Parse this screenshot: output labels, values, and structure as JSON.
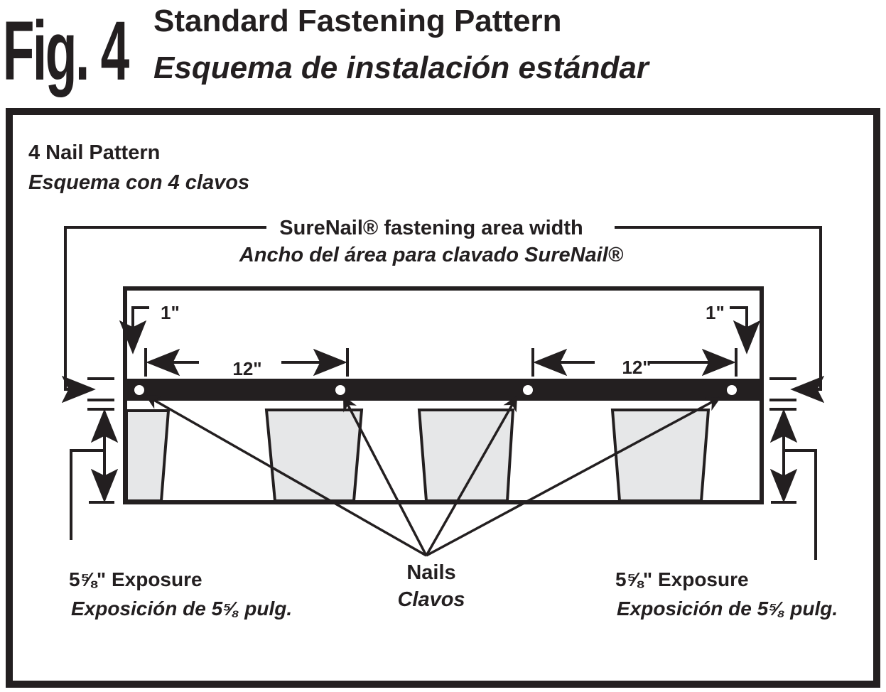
{
  "header": {
    "fig_label": "Fig. 4",
    "title_en": "Standard Fastening Pattern",
    "title_es": "Esquema de instalación estándar"
  },
  "panel": {
    "heading_en": "4 Nail Pattern",
    "heading_es": "Esquema con 4 clavos",
    "width_label_en": "SureNail® fastening area width",
    "width_label_es": "Ancho del área para clavado SureNail®",
    "edge_offset_left": "1\"",
    "edge_offset_right": "1\"",
    "spacing_left": "12\"",
    "spacing_right": "12\"",
    "nails_en": "Nails",
    "nails_es": "Clavos",
    "exposure_left_en": "5⅝\" Exposure",
    "exposure_left_es": "Exposición de 5⅝ pulg.",
    "exposure_right_en": "5⅝\" Exposure",
    "exposure_right_es": "Exposición de 5⅝ pulg."
  },
  "colors": {
    "ink": "#231f20",
    "tab_fill": "#e6e7e8"
  }
}
